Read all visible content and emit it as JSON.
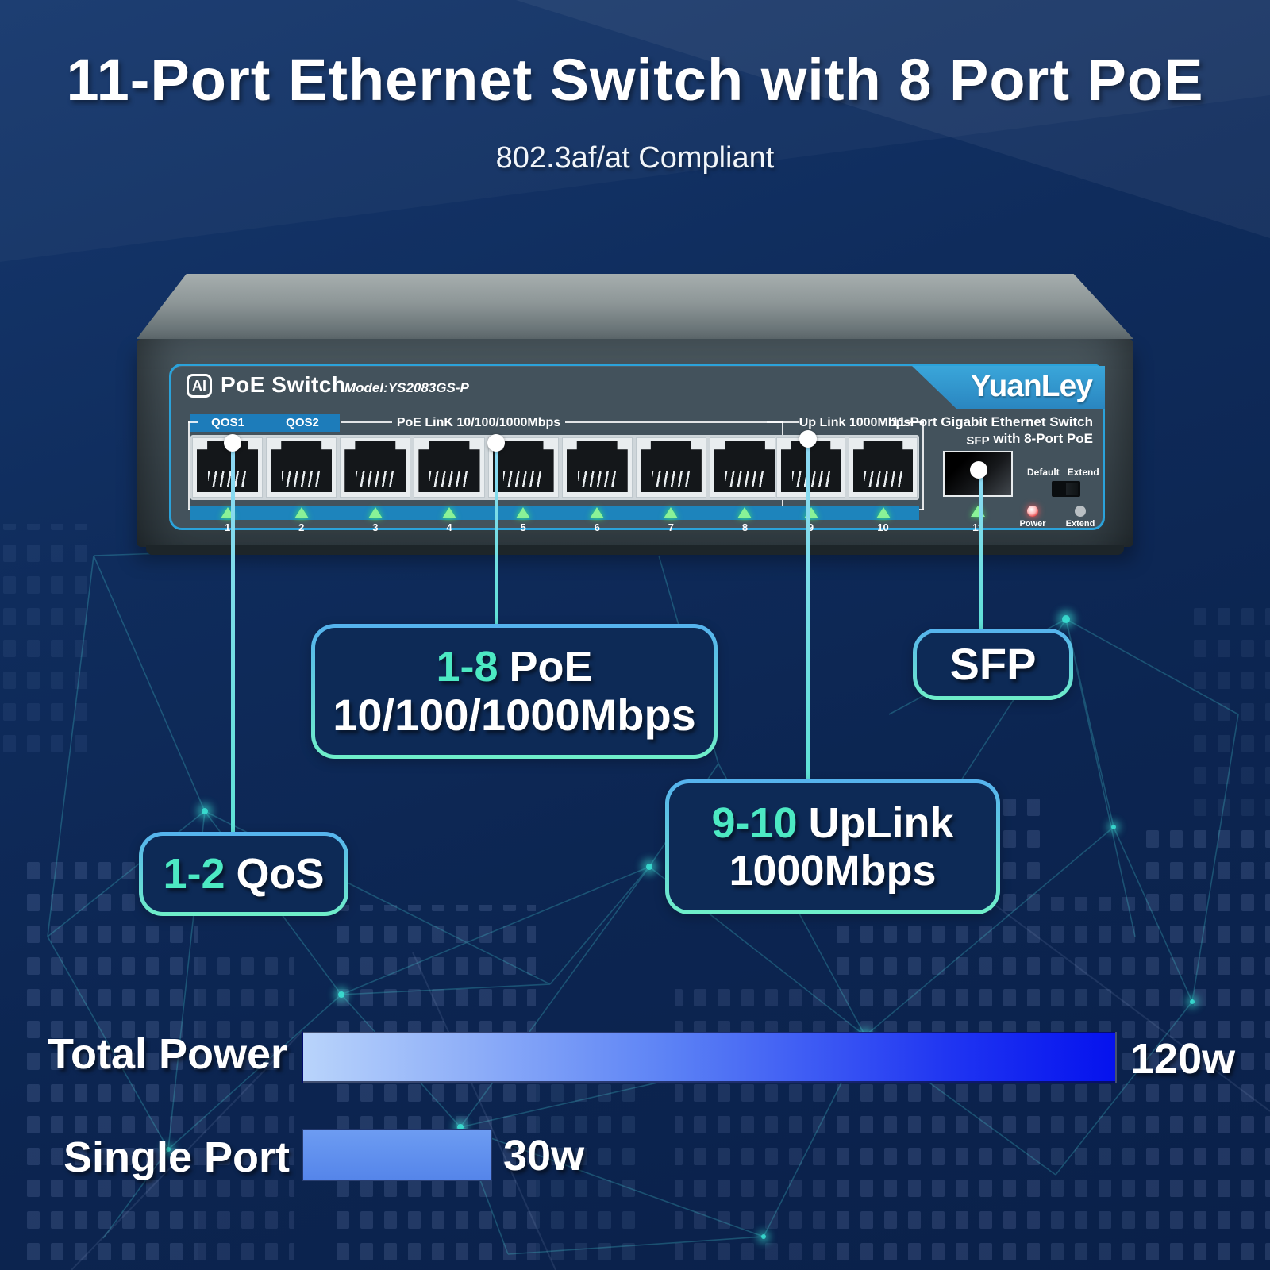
{
  "header": {
    "title": "11-Port Ethernet Switch with 8 Port PoE",
    "subtitle": "802.3af/at Compliant"
  },
  "device": {
    "ai_badge": "AI",
    "product_name": "PoE Switch",
    "model": "Model:YS2083GS-P",
    "brand": "YuanLey",
    "panel_title_line1": "11-Port Gigabit Ethernet Switch",
    "panel_title_line2": "with 8-Port PoE",
    "qos1": "QOS1",
    "qos2": "QOS2",
    "poe_group_label": "PoE LinK  10/100/1000Mbps",
    "uplink_group_label": "Up Link  1000Mbps",
    "sfp_label": "SFP",
    "mode_switch": {
      "left": "Default",
      "right": "Extend"
    },
    "power_led_label": "Power",
    "extend_led_label": "Extend",
    "port_numbers": [
      "1",
      "2",
      "3",
      "4",
      "5",
      "6",
      "7",
      "8",
      "9",
      "10",
      "11"
    ]
  },
  "callouts": {
    "poe": {
      "range": "1-8",
      "title": "PoE",
      "subtitle": "10/100/1000Mbps"
    },
    "sfp": {
      "title": "SFP"
    },
    "uplink": {
      "range": "9-10",
      "title": "UpLink",
      "subtitle": "1000Mbps"
    },
    "qos": {
      "range": "1-2",
      "title": "QoS"
    }
  },
  "chart_data": {
    "type": "bar",
    "orientation": "horizontal",
    "categories": [
      "Total Power",
      "Single Port"
    ],
    "values": [
      120,
      30
    ],
    "value_labels": [
      "120w",
      "30w"
    ],
    "unit": "w",
    "xlim": [
      0,
      120
    ],
    "bar_colors": [
      "gradient #b9d4fb to #0512ee",
      "#5f8fee"
    ]
  },
  "colors": {
    "background": "#0d2a56",
    "accent_teal": "#4ce9c3",
    "callout_border_top": "#55b2ee",
    "callout_border_bottom": "#6fefc9",
    "connector_cyan": "#5ee2d6",
    "faceplate_border": "#2ba2da",
    "banner_blue": "#2f93cb",
    "led_strip_blue": "#1d84bc",
    "led_green": "#8af297",
    "power_led_red": "#e03c3c"
  }
}
